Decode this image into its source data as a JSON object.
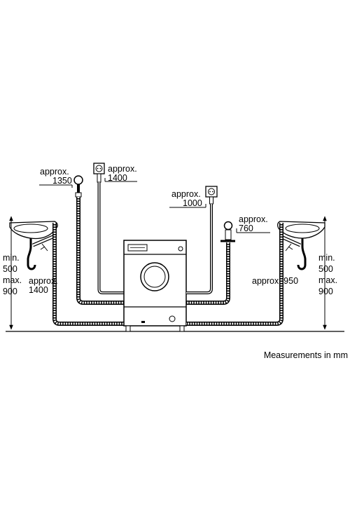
{
  "labels": {
    "drain_left_line1": "approx.",
    "drain_left_line2": "1350",
    "tap_line1": "approx.",
    "tap_line2": "1400",
    "socket_line1": "approx.",
    "socket_line2": "1000",
    "drain_right_line1": "approx.",
    "drain_right_line2": "760",
    "left_hose_line1": "approx.",
    "left_hose_line2": "1400",
    "right_hose": "approx. 950",
    "sink_left_min": "min.",
    "sink_left_min_val": "500",
    "sink_left_max": "max.",
    "sink_left_max_val": "900",
    "sink_right_min": "min.",
    "sink_right_min_val": "500",
    "sink_right_max": "max.",
    "sink_right_max_val": "900",
    "units_note": "Measurements in mm"
  },
  "icons": [
    "sink-icon",
    "water-tap-icon",
    "power-socket-icon",
    "drain-siphon-icon",
    "washing-machine-icon"
  ]
}
